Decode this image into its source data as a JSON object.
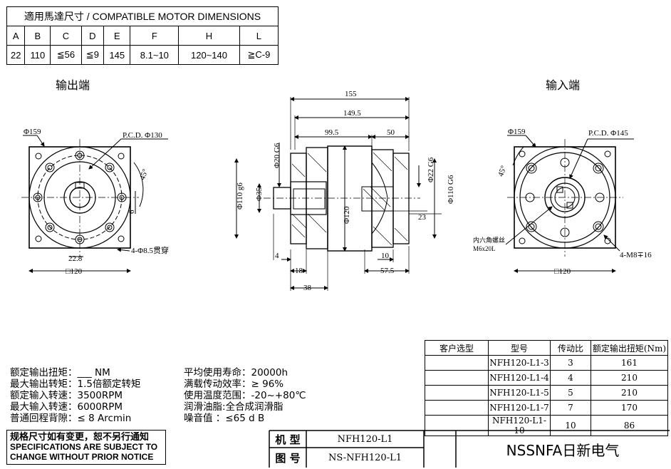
{
  "motor_table": {
    "title": "適用馬達尺寸 / COMPATIBLE MOTOR DIMENSIONS",
    "headers": [
      "A",
      "B",
      "C",
      "D",
      "E",
      "F",
      "H",
      "L"
    ],
    "values": [
      "22",
      "110",
      "≦56",
      "≦9",
      "145",
      "8.1~10",
      "120~140",
      "≧C-9"
    ]
  },
  "views": {
    "output_label": "输出端",
    "input_label": "输入端"
  },
  "output_view": {
    "dia": "Φ159",
    "pcd": "P.C.D. Φ130",
    "angle": "45°",
    "key_h": "6",
    "key_d": "22.8",
    "holes": "4-Φ8.5贯穿",
    "square": "□120"
  },
  "side_view": {
    "len_total": "155",
    "len_body": "149.5",
    "len_a": "99.5",
    "len_b": "50",
    "shaft_d": "Φ20 G6",
    "flange_d": "Φ110 g6",
    "shaft_35": "Φ35",
    "body_d": "Φ120",
    "bore_d": "Φ22 G6",
    "pilot_d": "Φ110 G6",
    "dim_23": "23",
    "dim_4": "4",
    "dim_18": "18",
    "dim_38": "38",
    "dim_10": "10",
    "dim_575": "57.5"
  },
  "input_view": {
    "dia": "Φ159",
    "pcd": "P.C.D. Φ145",
    "angle": "45°",
    "screw_note_1": "内六角螺丝",
    "screw_note_2": "M6x20L",
    "holes": "4-M8∓16",
    "square": "□120"
  },
  "specs_left": [
    {
      "k": "额定输出扭矩：",
      "v": "___ NM"
    },
    {
      "k": "最大输出转矩：",
      "v": "1.5倍额定转矩"
    },
    {
      "k": "额定输入转速：",
      "v": "3500RPM"
    },
    {
      "k": "最大输入转速：",
      "v": "6000RPM"
    },
    {
      "k": "普通回程背隙：",
      "v": "≤ 8 Arcmin"
    }
  ],
  "specs_right": [
    {
      "k": "平均使用寿命：",
      "v": "20000h"
    },
    {
      "k": "满载传动效率：",
      "v": "≥  96%"
    },
    {
      "k": "使用温度范围：",
      "v": "-20~+80℃"
    },
    {
      "k": "润滑油脂:",
      "v": "全合成润滑脂"
    },
    {
      "k": "噪音值      ：",
      "v": "≤65 d B"
    }
  ],
  "model_table": {
    "headers": [
      "客户选型",
      "型号",
      "传动比",
      "额定输出扭矩(Nm)"
    ],
    "rows": [
      [
        "",
        "NFH120-L1-3",
        "3",
        "161"
      ],
      [
        "",
        "NFH120-L1-4",
        "4",
        "210"
      ],
      [
        "",
        "NFH120-L1-5",
        "5",
        "210"
      ],
      [
        "",
        "NFH120-L1-7",
        "7",
        "170"
      ],
      [
        "",
        "NFH120-L1-10",
        "10",
        "86"
      ]
    ]
  },
  "notice": {
    "cn": "规格尺寸如有变更，恕不另行通知",
    "en1": "SPECIFICATIONS ARE SUBJECT TO",
    "en2": "CHANGE WITHOUT PRIOR NOTICE"
  },
  "title_block": {
    "model_label": "机 型",
    "model_value": "NFH120-L1",
    "drawing_label": "图 号",
    "drawing_value": "NS-NFH120-L1",
    "brand": "NSSNFA日新电气"
  }
}
